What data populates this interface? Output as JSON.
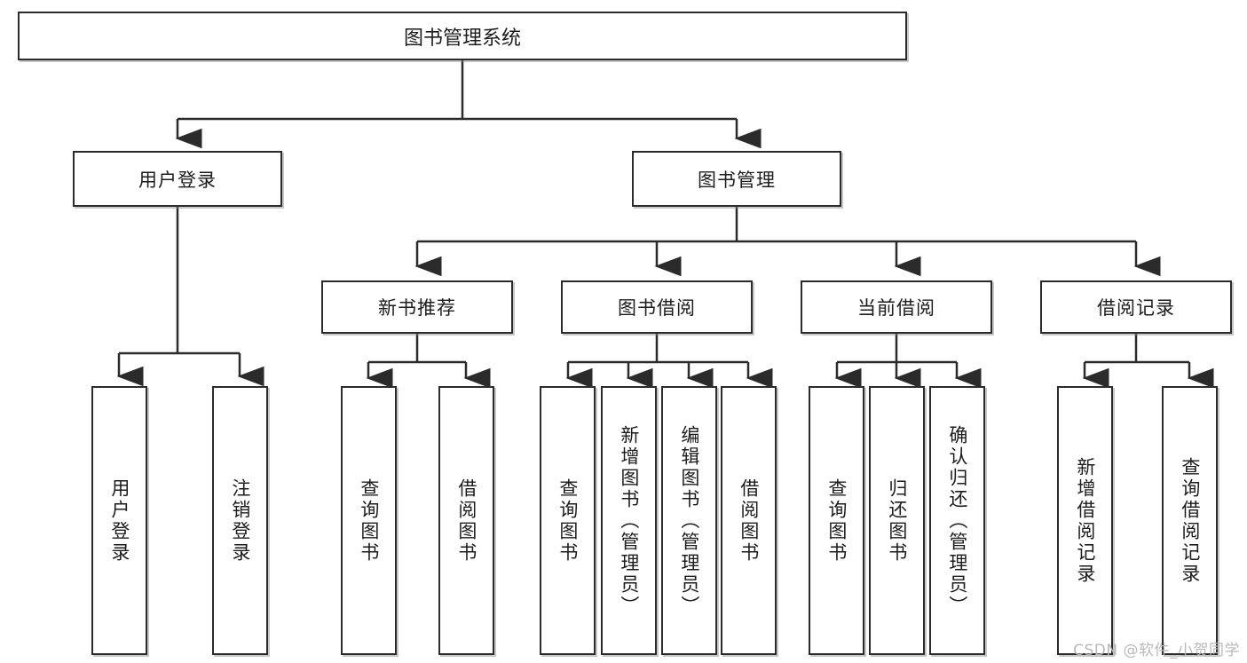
{
  "diagram": {
    "title": "图书管理系统",
    "type": "tree",
    "watermark": "CSDN @软件_小贺同学",
    "colors": {
      "box_border": "#2b2b2b",
      "box_fill": "#ffffff",
      "line": "#2b2b2b",
      "text": "#1c1c1c",
      "watermark": "#b9b9b9"
    },
    "root": {
      "id": "root",
      "label": "图书管理系统"
    },
    "level1": [
      {
        "id": "user-login",
        "label": "用户登录"
      },
      {
        "id": "book-manage",
        "label": "图书管理"
      }
    ],
    "level2": [
      {
        "id": "new-book-recommend",
        "label": "新书推荐",
        "parent": "book-manage"
      },
      {
        "id": "book-borrow",
        "label": "图书借阅",
        "parent": "book-manage"
      },
      {
        "id": "current-borrow",
        "label": "当前借阅",
        "parent": "book-manage"
      },
      {
        "id": "borrow-record",
        "label": "借阅记录",
        "parent": "book-manage"
      }
    ],
    "leaves": [
      {
        "id": "leaf-user-login",
        "label": "用户登录",
        "parent": "user-login"
      },
      {
        "id": "leaf-user-logout",
        "label": "注销登录",
        "parent": "user-login"
      },
      {
        "id": "leaf-query-book-1",
        "label": "查询图书",
        "parent": "new-book-recommend"
      },
      {
        "id": "leaf-borrow-book-1",
        "label": "借阅图书",
        "parent": "new-book-recommend"
      },
      {
        "id": "leaf-query-book-2",
        "label": "查询图书",
        "parent": "book-borrow"
      },
      {
        "id": "leaf-add-book",
        "label": "新增图书（管理员）",
        "parent": "book-borrow"
      },
      {
        "id": "leaf-edit-book",
        "label": "编辑图书（管理员）",
        "parent": "book-borrow"
      },
      {
        "id": "leaf-borrow-book-2",
        "label": "借阅图书",
        "parent": "book-borrow"
      },
      {
        "id": "leaf-query-book-3",
        "label": "查询图书",
        "parent": "current-borrow"
      },
      {
        "id": "leaf-return-book",
        "label": "归还图书",
        "parent": "current-borrow"
      },
      {
        "id": "leaf-confirm-return",
        "label": "确认归还（管理员）",
        "parent": "current-borrow"
      },
      {
        "id": "leaf-add-record",
        "label": "新增借阅记录",
        "parent": "borrow-record"
      },
      {
        "id": "leaf-query-record",
        "label": "查询借阅记录",
        "parent": "borrow-record"
      }
    ]
  }
}
